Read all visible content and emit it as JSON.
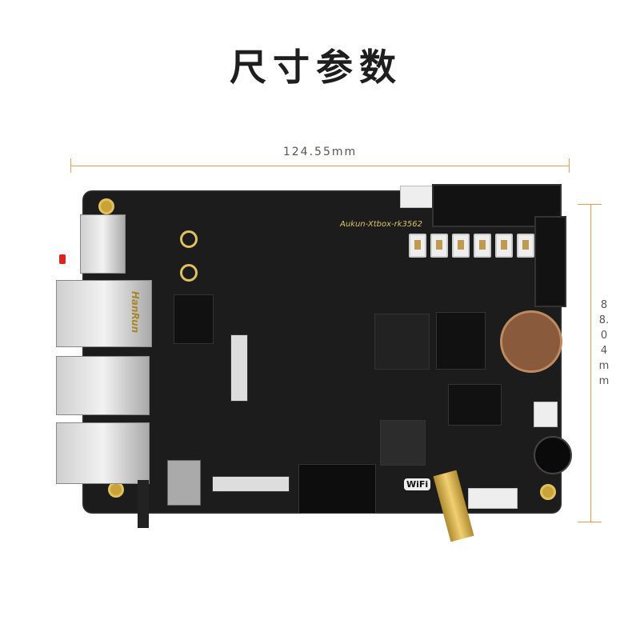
{
  "title": "尺寸参数",
  "dimensions": {
    "width_label": "124.55mm",
    "height_label": "88.04mm"
  },
  "board": {
    "silkscreen": "Aukun-Xtbox-rk3562",
    "ethernet_brand": "HanRun",
    "wifi_label": "WiFi"
  },
  "colors": {
    "dimension_line": "#f39a4a",
    "board": "#1c1c1c"
  }
}
